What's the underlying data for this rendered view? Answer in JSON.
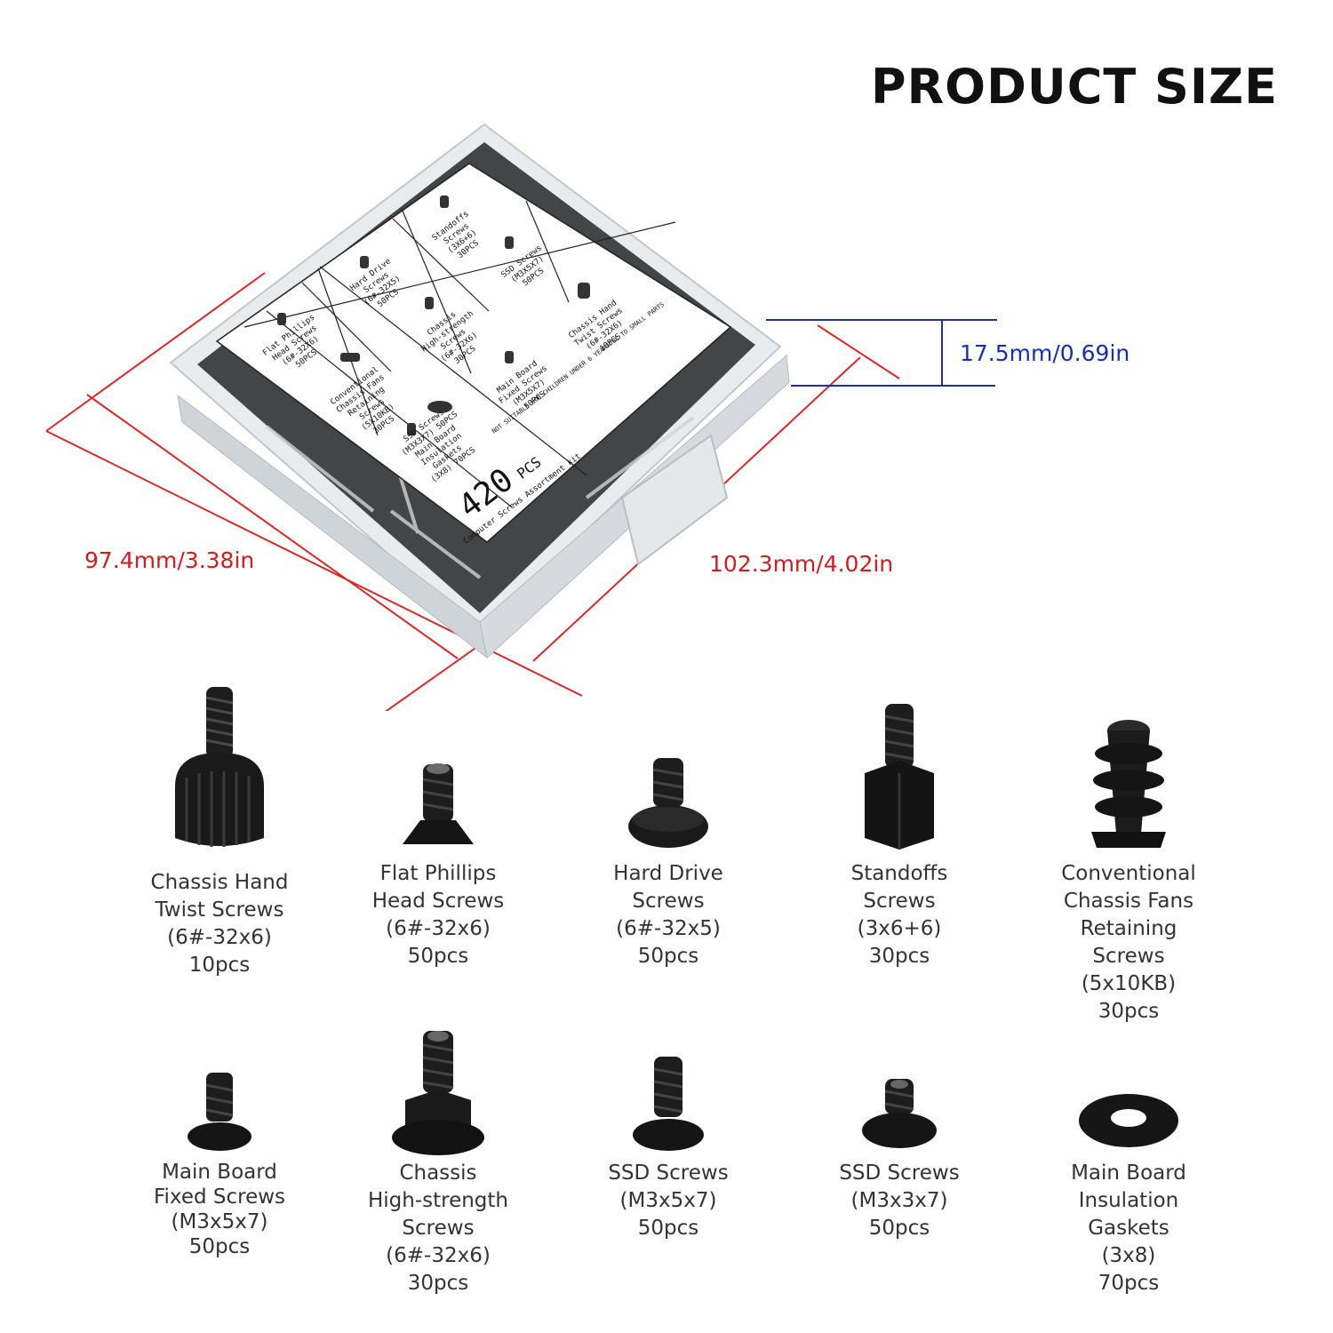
{
  "title": "PRODUCT SIZE",
  "dimensions": {
    "width": "97.4mm/3.38in",
    "depth": "102.3mm/4.02in",
    "height": "17.5mm/0.69in"
  },
  "box_label": {
    "count": "420",
    "count_unit": "PCS",
    "kit_name": "Computer Screws Assortment kit",
    "warning": "NOT SUITABLE FOR CHILDREN UNDER 6 YEARSDUE TO SMALL PARTS",
    "cells": [
      [
        "Standoffs",
        "Screws",
        "(3X6+6)",
        "30PCS"
      ],
      [
        "SSD Screws",
        "(M3X5X7)",
        "50PCS"
      ],
      [
        "Hard Drive",
        "Screws",
        "(6#-32X5)",
        "50PCS"
      ],
      [
        "Chassis Hand",
        "Twist Screws",
        "(6#-32X6)",
        "10PCS"
      ],
      [
        "Chassis",
        "High-strength",
        "Screws",
        "(6#-32X6)",
        "30PCS"
      ],
      [
        "Flat Phillips",
        "Head Screws",
        "(6#-32X6)",
        "50PCS"
      ],
      [
        "Main Board",
        "Fixed Screws",
        "(M3X5X7)",
        "50PCS"
      ],
      [
        "Conventional",
        "Chassis Fans",
        "Retaining",
        "Screws",
        "(5X10KB)",
        "30PCS"
      ],
      [
        "SSD Screws",
        "(M3X3X7) 50PCS",
        "Main Board",
        "Insulation",
        "Gaskets",
        "(3X8) 70PCS"
      ]
    ]
  },
  "parts": [
    {
      "icon": "thumb-screw-icon",
      "lines": [
        "Chassis Hand",
        "Twist Screws",
        "(6#-32x6)",
        "10pcs"
      ]
    },
    {
      "icon": "flat-head-screw-icon",
      "lines": [
        "Flat Phillips",
        "Head Screws",
        "(6#-32x6)",
        "50pcs"
      ]
    },
    {
      "icon": "hard-drive-screw-icon",
      "lines": [
        "Hard Drive",
        "Screws",
        "(6#-32x5)",
        "50pcs"
      ]
    },
    {
      "icon": "standoff-icon",
      "lines": [
        "Standoffs",
        "Screws",
        "(3x6+6)",
        "30pcs"
      ]
    },
    {
      "icon": "fan-screw-icon",
      "lines": [
        "Conventional",
        "Chassis Fans",
        "Retaining",
        "Screws",
        "(5x10KB)",
        "30pcs"
      ]
    },
    {
      "icon": "main-board-screw-icon",
      "lines": [
        "Main Board",
        "Fixed Screws",
        "(M3x5x7)",
        "50pcs"
      ]
    },
    {
      "icon": "flange-screw-icon",
      "lines": [
        "Chassis",
        "High-strength",
        "Screws",
        "(6#-32x6)",
        "30pcs"
      ]
    },
    {
      "icon": "ssd-screw-icon",
      "lines": [
        "SSD Screws",
        "(M3x5x7)",
        "50pcs"
      ]
    },
    {
      "icon": "ssd-screw-short-icon",
      "lines": [
        "SSD Screws",
        "(M3x3x7)",
        "50pcs"
      ]
    },
    {
      "icon": "washer-icon",
      "lines": [
        "Main Board",
        "Insulation",
        "Gaskets",
        "(3x8)",
        "70pcs"
      ]
    }
  ]
}
